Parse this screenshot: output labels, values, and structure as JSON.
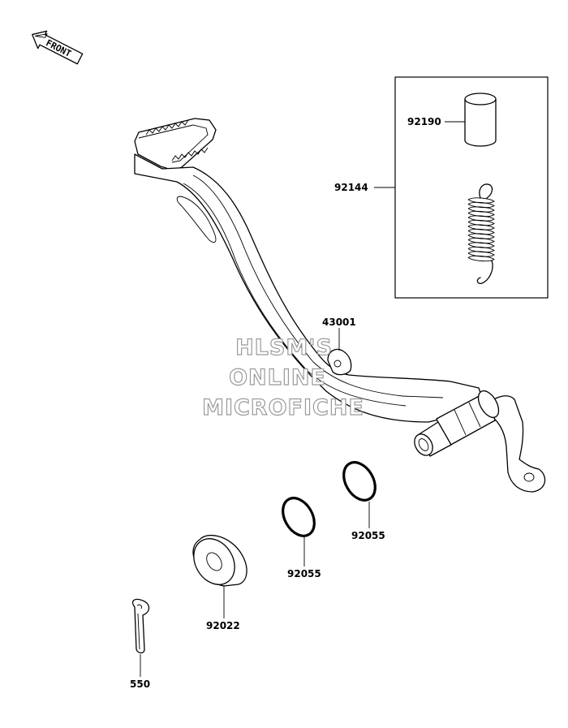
{
  "front_arrow": {
    "label": "FRONT"
  },
  "watermark": {
    "line1": "HLSM'S",
    "line2": "ONLINE",
    "line3": "MICROFICHE"
  },
  "parts": {
    "p43001": "43001",
    "p92190": "92190",
    "p92144": "92144",
    "p92055a": "92055",
    "p92055b": "92055",
    "p92022": "92022",
    "p550": "550"
  }
}
